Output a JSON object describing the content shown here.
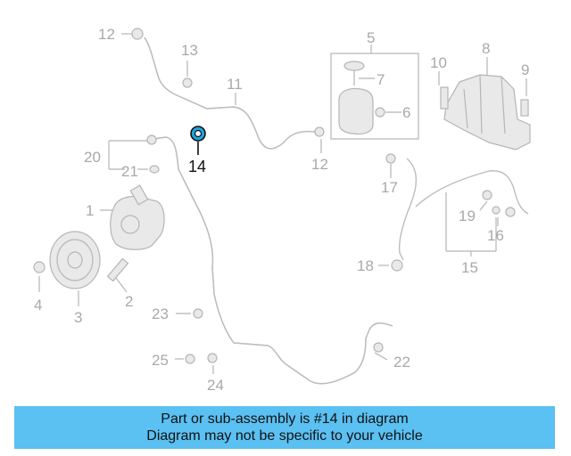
{
  "diagram": {
    "highlight_color": "#1fa3e0",
    "part_color": "#bdbdbd",
    "highlighted_part": "14",
    "callouts": [
      {
        "id": "c1",
        "label": "1"
      },
      {
        "id": "c2",
        "label": "2"
      },
      {
        "id": "c3",
        "label": "3"
      },
      {
        "id": "c4",
        "label": "4"
      },
      {
        "id": "c5",
        "label": "5"
      },
      {
        "id": "c6",
        "label": "6"
      },
      {
        "id": "c7",
        "label": "7"
      },
      {
        "id": "c8",
        "label": "8"
      },
      {
        "id": "c9",
        "label": "9"
      },
      {
        "id": "c10",
        "label": "10"
      },
      {
        "id": "c11",
        "label": "11"
      },
      {
        "id": "c12a",
        "label": "12"
      },
      {
        "id": "c12b",
        "label": "12"
      },
      {
        "id": "c13",
        "label": "13"
      },
      {
        "id": "c14",
        "label": "14"
      },
      {
        "id": "c15",
        "label": "15"
      },
      {
        "id": "c16",
        "label": "16"
      },
      {
        "id": "c17",
        "label": "17"
      },
      {
        "id": "c18",
        "label": "18"
      },
      {
        "id": "c19",
        "label": "19"
      },
      {
        "id": "c20",
        "label": "20"
      },
      {
        "id": "c21",
        "label": "21"
      },
      {
        "id": "c22",
        "label": "22"
      },
      {
        "id": "c23",
        "label": "23"
      },
      {
        "id": "c24",
        "label": "24"
      },
      {
        "id": "c25",
        "label": "25"
      }
    ]
  },
  "banner": {
    "background": "#5bc0f2",
    "line1": "Part or sub-assembly is #14 in diagram",
    "line2": "Diagram may not be specific to your vehicle"
  }
}
